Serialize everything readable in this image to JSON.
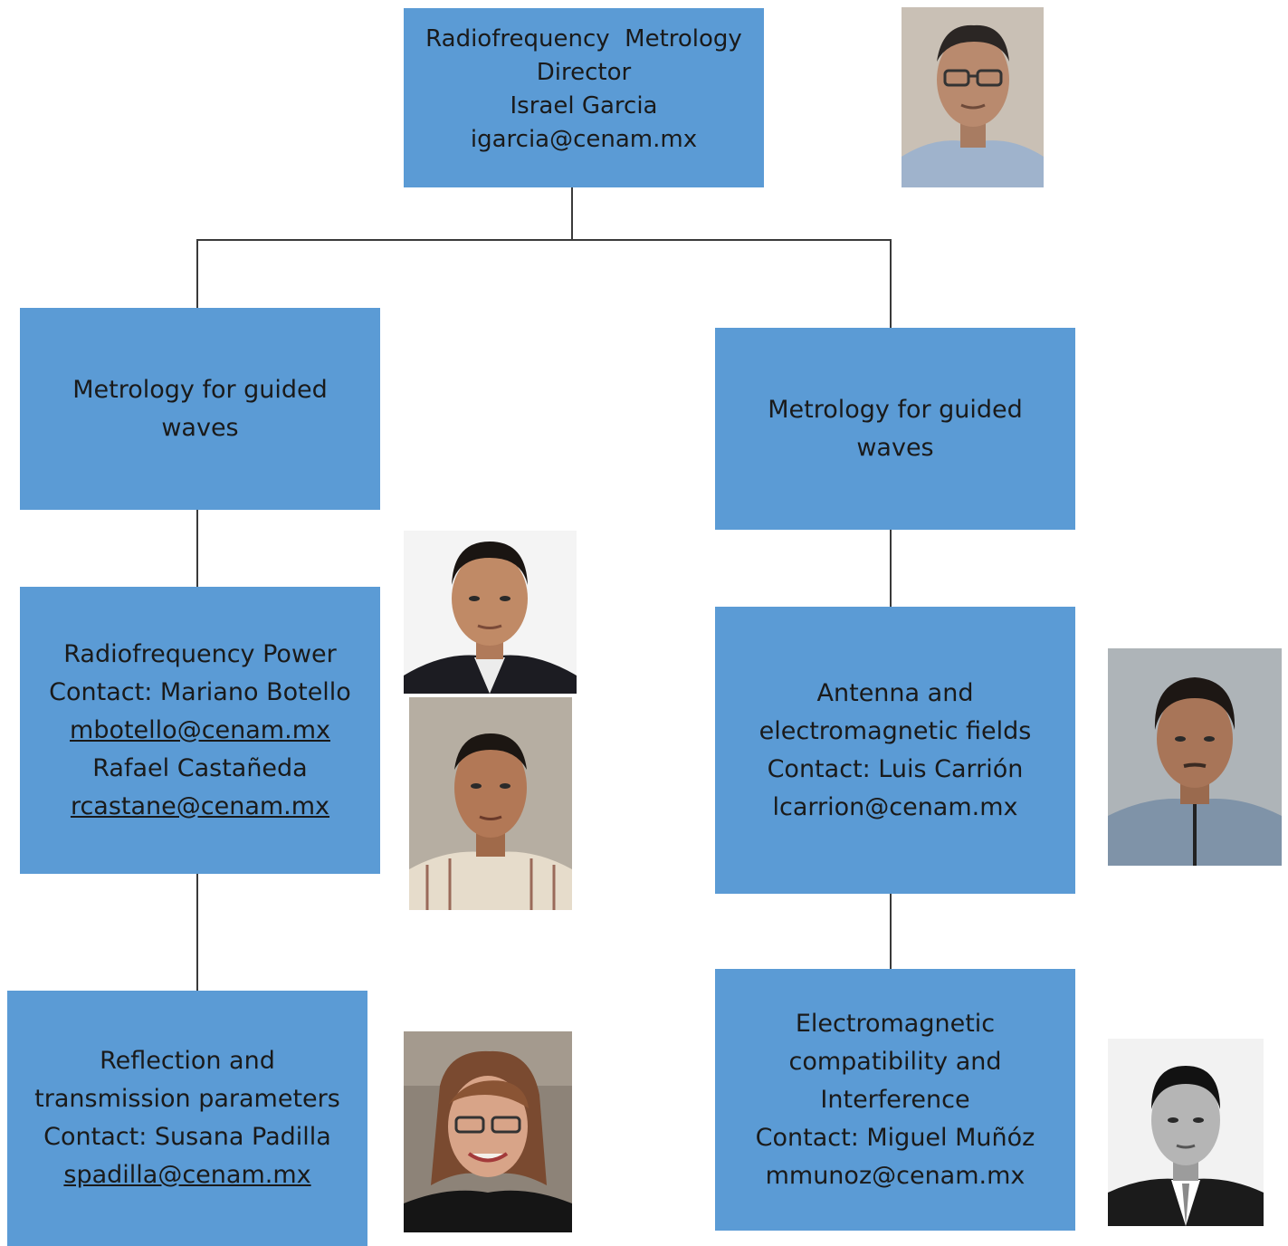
{
  "director": {
    "title_line1": "Radiofrequency  Metrology",
    "title_line2": "Director",
    "name": "Israel Garcia",
    "email": "igarcia@cenam.mx",
    "photo": "director-portrait"
  },
  "left_division": {
    "line1": "Metrology for guided",
    "line2": "waves"
  },
  "right_division": {
    "line1": "Metrology for guided",
    "line2": "waves"
  },
  "rf_power": {
    "line1": "Radiofrequency Power",
    "line2": "Contact: Mariano Botello",
    "email1": "mbotello@cenam.mx",
    "line4": "Rafael Castañeda",
    "email2": "rcastane@cenam.mx",
    "photos": [
      "mariano-botello-portrait",
      "rafael-castaneda-portrait"
    ]
  },
  "antenna": {
    "line1": "Antenna and",
    "line2": "electromagnetic fields",
    "line3": "Contact: Luis Carrión",
    "email": "lcarrion@cenam.mx",
    "photo": "luis-carrion-portrait"
  },
  "reflection": {
    "line1": "Reflection and",
    "line2": "transmission parameters",
    "line3": "Contact: Susana Padilla",
    "email": "spadilla@cenam.mx",
    "photo": "susana-padilla-portrait"
  },
  "emc": {
    "line1": "Electromagnetic",
    "line2": "compatibility and",
    "line3": "Interference",
    "line4": "Contact: Miguel Muñóz",
    "email": "mmunoz@cenam.mx",
    "photo": "miguel-munoz-portrait"
  },
  "colors": {
    "box": "#5b9bd5",
    "connector": "#3a3a3a"
  }
}
